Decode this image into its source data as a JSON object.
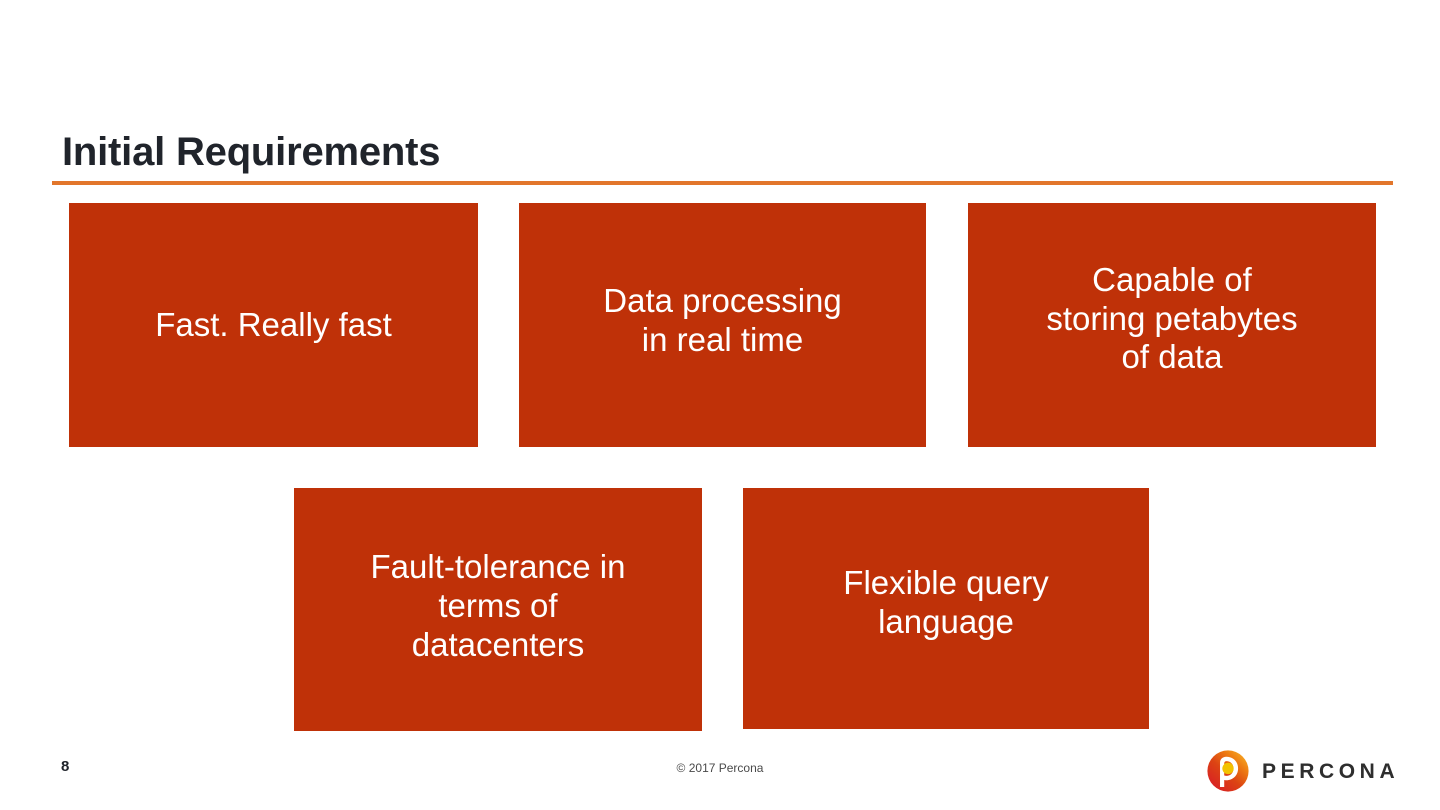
{
  "slide": {
    "title": "Initial Requirements",
    "accent_rule_color": "#E2762B",
    "title_color": "#20242B",
    "background_color": "#FFFFFF"
  },
  "requirements": {
    "box_fill_color": "#BF3108",
    "box_text_color": "#FFFFFF",
    "items": [
      {
        "id": "fast",
        "label": "Fast. Really fast"
      },
      {
        "id": "realtime",
        "label": "Data processing\nin real time"
      },
      {
        "id": "petabytes",
        "label": "Capable of\nstoring petabytes\nof data"
      },
      {
        "id": "fault-tolerance",
        "label": "Fault-tolerance in\nterms of\ndatacenters"
      },
      {
        "id": "query-language",
        "label": "Flexible query\nlanguage"
      }
    ]
  },
  "footer": {
    "page_number": "8",
    "copyright": "© 2017 Percona",
    "logo": {
      "wordmark": "PERCONA",
      "mark_name": "percona-p-logo",
      "gradient_start": "#D81F26",
      "gradient_end": "#F5A623",
      "dot_color": "#F2C200"
    }
  }
}
